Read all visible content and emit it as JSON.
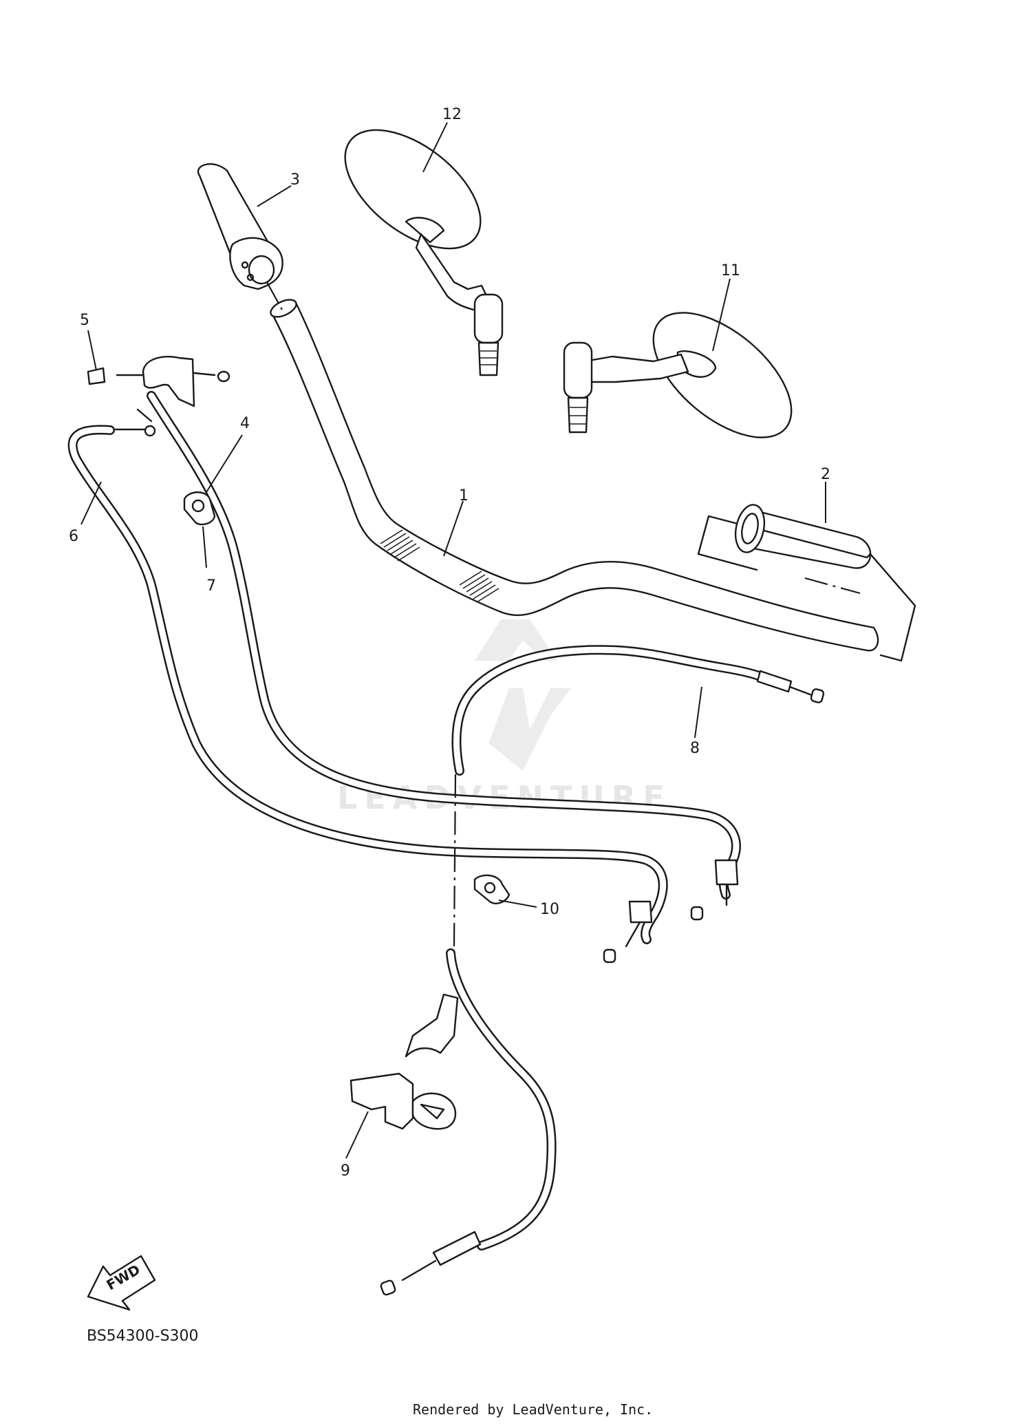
{
  "diagram": {
    "ref_code": "BS54300-S300",
    "credit": "Rendered by LeadVenture, Inc.",
    "watermark": "LEADVENTURE",
    "fwd_label": "FWD",
    "callouts": [
      "1",
      "2",
      "3",
      "4",
      "5",
      "6",
      "7",
      "8",
      "9",
      "10",
      "11",
      "12"
    ]
  }
}
